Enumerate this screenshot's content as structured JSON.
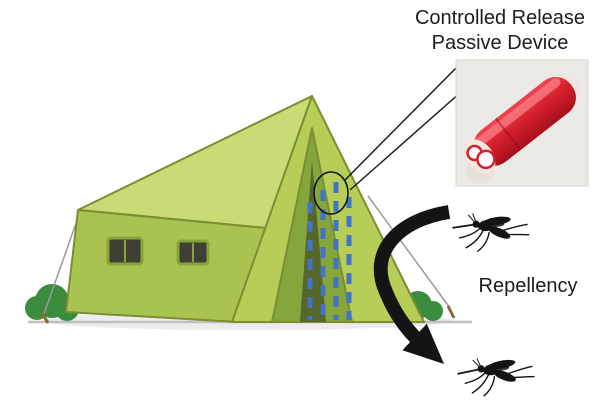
{
  "labels": {
    "device_title": "Controlled Release\nPassive Device",
    "repellency": "Repellency"
  },
  "icons": {
    "tent": "tent-illustration",
    "device_photo": "controlled-release-device-photo",
    "mosquito": "mosquito-icon",
    "arrow": "repellency-curved-arrow",
    "release_dashes": "release-vapor-dashes",
    "annotation": "annotation-circle-with-pointer"
  },
  "colors": {
    "tent_roof": "#c9db74",
    "tent_wall": "#a9c350",
    "tent_front": "#b6ce58",
    "tent_entrance": "#85a63a",
    "tent_entrance_dark": "#55672a",
    "tent_outline": "#7c8d33",
    "dash_blue": "#4472c4",
    "device_red": "#d6202e",
    "bush_green": "#3c8c3e",
    "ground_gray": "#c0c0c0",
    "ink": "#141414",
    "rope_gray": "#9a9a9a"
  }
}
